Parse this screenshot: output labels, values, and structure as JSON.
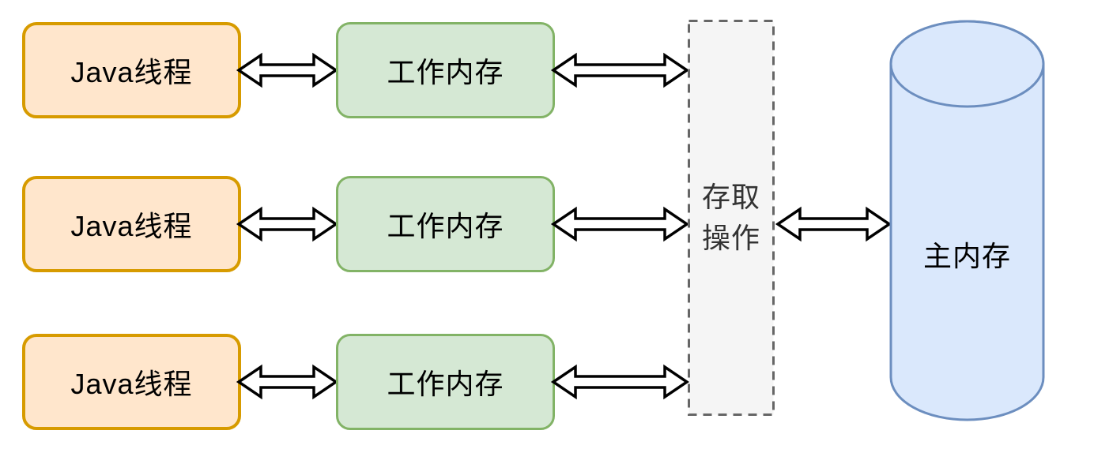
{
  "diagram": {
    "rows": [
      {
        "thread": "Java线程",
        "memory": "工作内存"
      },
      {
        "thread": "Java线程",
        "memory": "工作内存"
      },
      {
        "thread": "Java线程",
        "memory": "工作内存"
      }
    ],
    "access_box": {
      "label": "存取操作"
    },
    "main_memory": {
      "label": "主内存"
    },
    "icons": {
      "bidirectional_arrow": "hollow-double-headed-arrow"
    },
    "colors": {
      "thread_fill": "#FFE6CC",
      "thread_border": "#D79B00",
      "memory_fill": "#D5E8D4",
      "memory_border": "#82B366",
      "access_fill": "#F5F5F5",
      "access_border": "#666666",
      "access_text": "#333333",
      "cylinder_fill": "#DAE8FC",
      "cylinder_border": "#6C8EBF",
      "arrow_fill": "#FFFFFF",
      "arrow_stroke": "#000000",
      "label_text": "#000000"
    }
  }
}
